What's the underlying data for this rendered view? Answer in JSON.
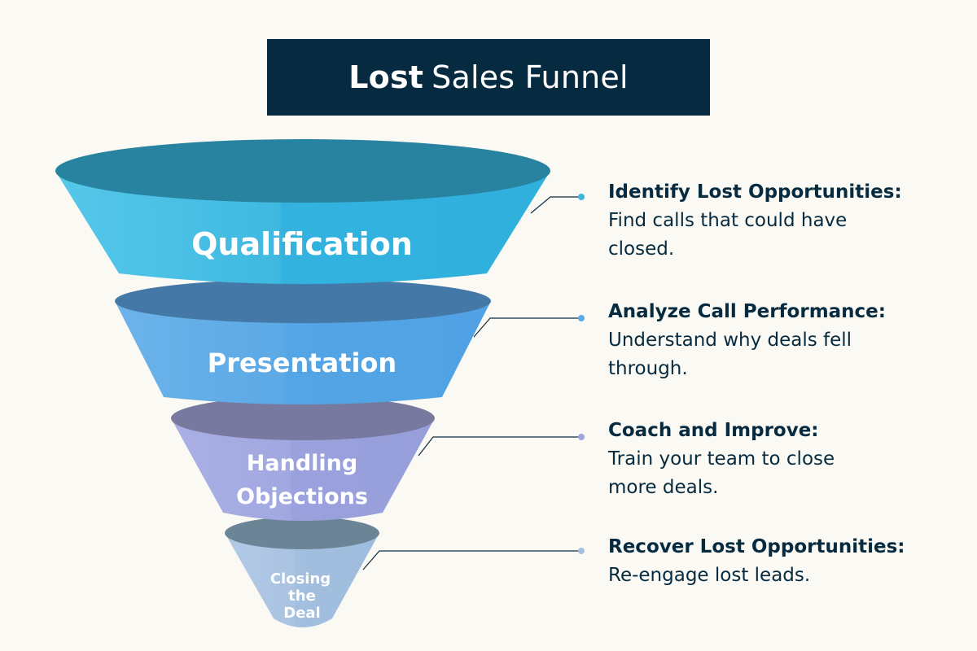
{
  "title": {
    "bold": "Lost",
    "regular": "Sales Funnel"
  },
  "stages": [
    {
      "label_lines": [
        "Qualification"
      ],
      "color": "#3ab6df"
    },
    {
      "label_lines": [
        "Presentation"
      ],
      "color": "#5aaae6"
    },
    {
      "label_lines": [
        "Handling",
        "Objections"
      ],
      "color": "#9ea5de"
    },
    {
      "label_lines": [
        "Closing",
        "the",
        "Deal"
      ],
      "color": "#a5c1df"
    }
  ],
  "callouts": [
    {
      "heading": "Identify Lost Opportunities:",
      "body": "Find calls that could have closed.",
      "dot_color": "#3ab6df"
    },
    {
      "heading": "Analyze Call Performance:",
      "body": "Understand why deals fell through.",
      "dot_color": "#5aaae6"
    },
    {
      "heading": "Coach and Improve:",
      "body": "Train your team to close more deals.",
      "dot_color": "#9ea5de"
    },
    {
      "heading": "Recover Lost Opportunities:",
      "body": "Re-engage lost leads.",
      "dot_color": "#a5c1df"
    }
  ]
}
